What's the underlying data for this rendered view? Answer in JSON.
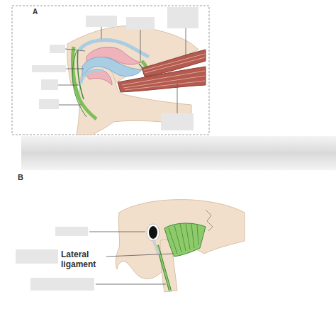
{
  "diagram": {
    "labels": [
      "A",
      "B",
      "Lateral ligament"
    ]
  }
}
